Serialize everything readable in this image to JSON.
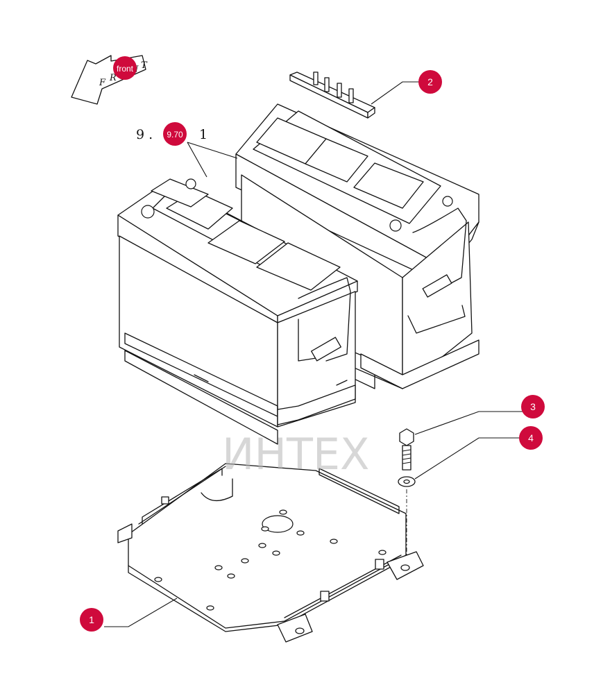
{
  "diagram": {
    "front_arrow": {
      "letters": [
        "F",
        "R",
        "O",
        "N",
        "T"
      ],
      "badge_label": "front"
    },
    "reference": {
      "prefix": "9 .",
      "badge_label": "9.70",
      "suffix": "1"
    },
    "watermark": {
      "text": "ИНТЕХ",
      "color": "#ee5a64"
    },
    "callouts": [
      {
        "id": "callout-1",
        "label": "1"
      },
      {
        "id": "callout-2",
        "label": "2"
      },
      {
        "id": "callout-3",
        "label": "3"
      },
      {
        "id": "callout-4",
        "label": "4"
      }
    ],
    "accent_color": "#cf0a3c"
  }
}
